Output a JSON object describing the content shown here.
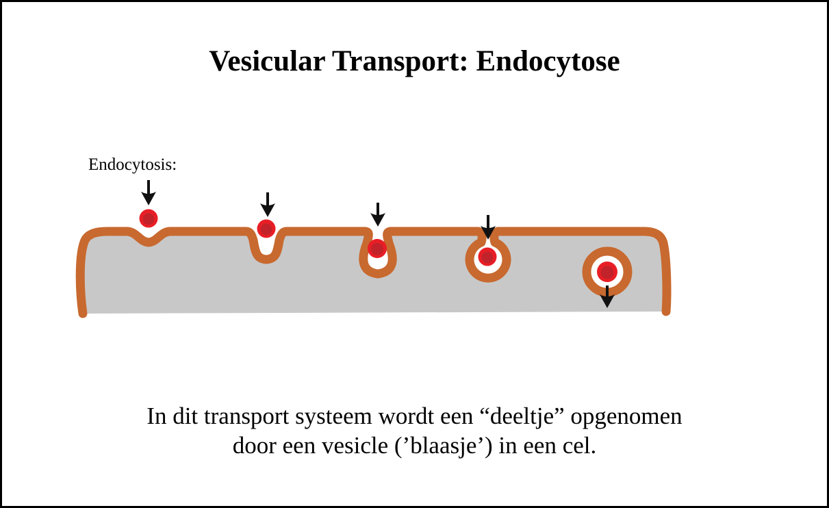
{
  "title": "Vesicular Transport: Endocytose",
  "diagram_label": "Endocytosis:",
  "caption": {
    "line1": "In dit transport systeem wordt een “deeltje” opgenomen",
    "line2": "door een vesicle (’blaasje’) in een cel."
  },
  "colors": {
    "membrane": "#C8692F",
    "cytoplasm": "#C8C8C8",
    "particle_outer": "#E81E26",
    "particle_inner": "#C2232A",
    "arrow": "#111111"
  }
}
